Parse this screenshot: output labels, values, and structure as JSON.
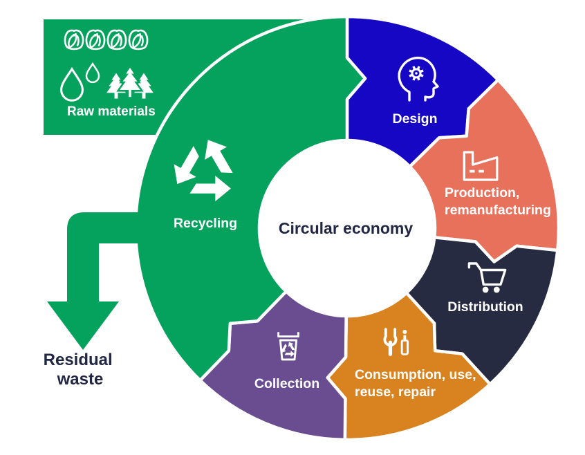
{
  "diagram": {
    "title": "Circular economy",
    "flow": "clockwise",
    "center": {
      "label": "Circular economy",
      "text_color": "#212743",
      "bg_color": "#ffffff"
    },
    "raw_materials": {
      "label": "Raw materials",
      "box_color": "#04A25C",
      "text_color": "#ffffff",
      "icons": [
        "corn-icon",
        "water-drops-icon",
        "trees-icon"
      ]
    },
    "residual_waste": {
      "label_lines": [
        "Residual",
        "waste"
      ],
      "arrow_color": "#04A25C",
      "text_color": "#212743"
    },
    "segments": [
      {
        "id": "design",
        "label_lines": [
          "Design"
        ],
        "color": "#1507C4",
        "icon": "head-gear-icon"
      },
      {
        "id": "production",
        "label_lines": [
          "Production,",
          "remanufacturing"
        ],
        "color": "#E8715C",
        "icon": "factory-icon"
      },
      {
        "id": "distribution",
        "label_lines": [
          "Distribution"
        ],
        "color": "#262B42",
        "icon": "cart-icon"
      },
      {
        "id": "consumption",
        "label_lines": [
          "Consumption, use,",
          "reuse, repair"
        ],
        "color": "#D8831F",
        "icon": "tools-icon"
      },
      {
        "id": "collection",
        "label_lines": [
          "Collection"
        ],
        "color": "#6A4D90",
        "icon": "bin-recycle-icon"
      },
      {
        "id": "recycling",
        "label_lines": [
          "Recycling"
        ],
        "color": "#04A25C",
        "icon": "recycle-icon"
      }
    ]
  }
}
